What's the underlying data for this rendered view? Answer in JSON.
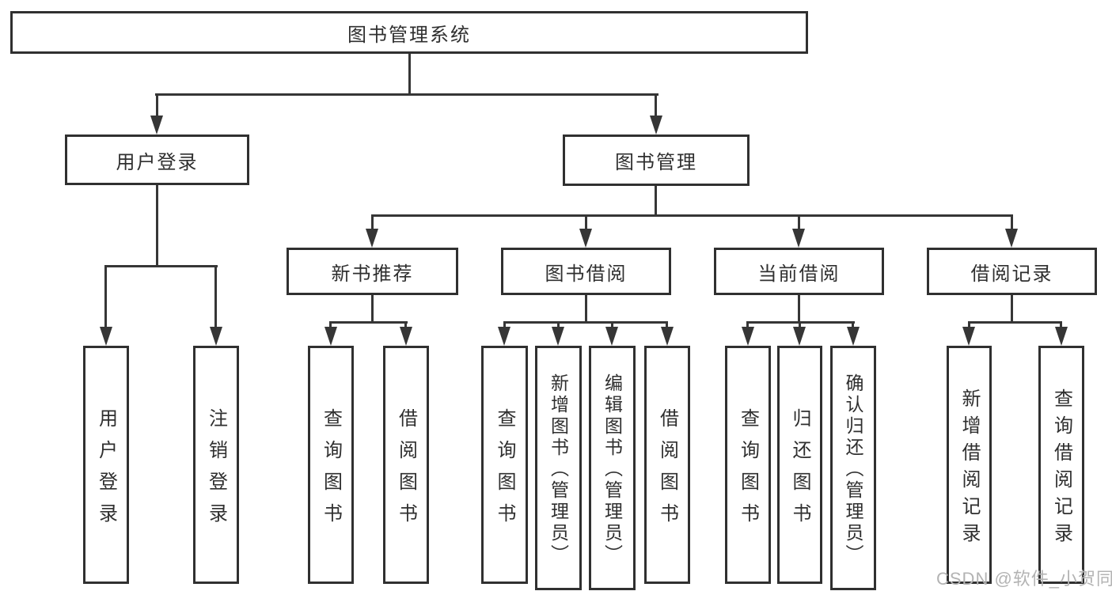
{
  "diagram": {
    "watermark": "CSDN @软件_小贺同学",
    "colors": {
      "background": "#ffffff",
      "box_border": "#303030",
      "connector_line": "#363636",
      "text": "#2f2f2f",
      "watermark_text": "#b3b3b3"
    },
    "tree": {
      "label": "图书管理系统",
      "children": [
        {
          "label": "用户登录",
          "children": [
            {
              "label": "用户登录"
            },
            {
              "label": "注销登录"
            }
          ]
        },
        {
          "label": "图书管理",
          "children": [
            {
              "label": "新书推荐",
              "children": [
                {
                  "label": "查询图书"
                },
                {
                  "label": "借阅图书"
                }
              ]
            },
            {
              "label": "图书借阅",
              "children": [
                {
                  "label": "查询图书"
                },
                {
                  "label": "新增图书（管理员）"
                },
                {
                  "label": "编辑图书（管理员）"
                },
                {
                  "label": "借阅图书"
                }
              ]
            },
            {
              "label": "当前借阅",
              "children": [
                {
                  "label": "查询图书"
                },
                {
                  "label": "归还图书"
                },
                {
                  "label": "确认归还（管理员）"
                }
              ]
            },
            {
              "label": "借阅记录",
              "children": [
                {
                  "label": "新增借阅记录"
                },
                {
                  "label": "查询借阅记录"
                }
              ]
            }
          ]
        }
      ]
    }
  }
}
